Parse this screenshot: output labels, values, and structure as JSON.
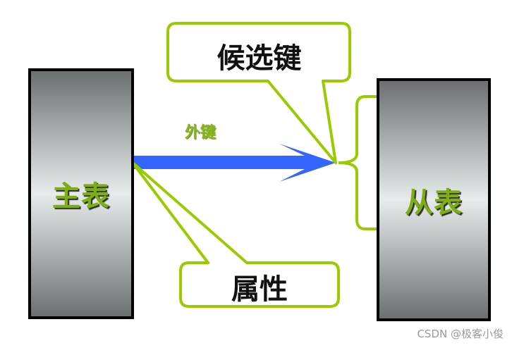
{
  "main_table": {
    "label": "主表"
  },
  "sub_table": {
    "label": "从表"
  },
  "arrow": {
    "label": "外键"
  },
  "callouts": {
    "candidate_key": "候选键",
    "attribute": "属性"
  },
  "watermark": "CSDN @极客小俊",
  "colors": {
    "arrow": "#3366ff",
    "callout_border": "#99cc00",
    "label_green": "#7fae10",
    "block_edge": "#6b6e6e",
    "block_center": "#e6ecec"
  }
}
